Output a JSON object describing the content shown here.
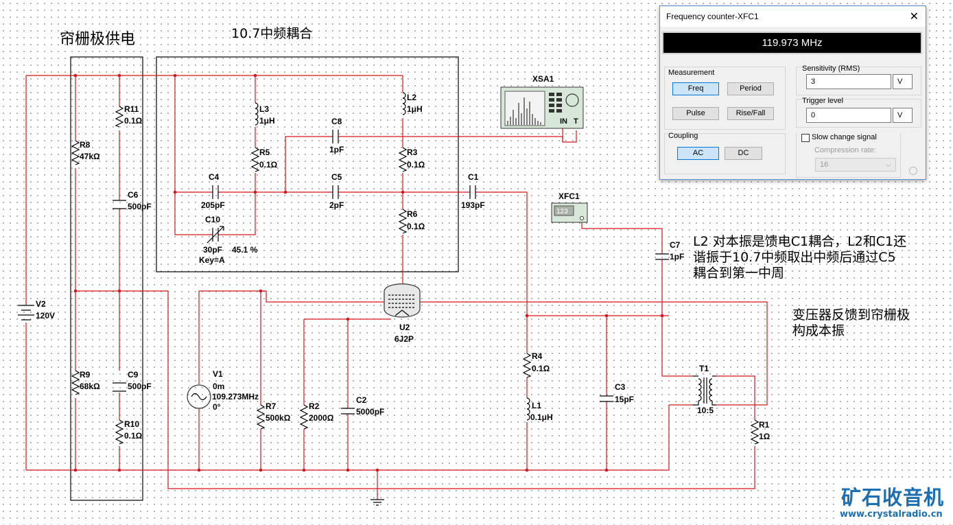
{
  "annotations": {
    "screen_grid_supply": "帘栅极供电",
    "if_coupling_box": "10.7中频耦合",
    "note_l2_line1": "L2 对本振是馈电C1耦合，L2和C1还",
    "note_l2_line2": "谐振于10.7中频取出中频后通过C5",
    "note_l2_line3": "耦合到第一中周",
    "note_transformer_line1": "变压器反馈到帘栅极",
    "note_transformer_line2": "构成本振"
  },
  "components": {
    "r11": {
      "ref": "R11",
      "value": "0.1Ω"
    },
    "r8": {
      "ref": "R8",
      "value": "47kΩ"
    },
    "c6": {
      "ref": "C6",
      "value": "500pF"
    },
    "v2": {
      "ref": "V2",
      "value": "120V"
    },
    "r9": {
      "ref": "R9",
      "value": "68kΩ"
    },
    "c9": {
      "ref": "C9",
      "value": "500pF"
    },
    "r10": {
      "ref": "R10",
      "value": "0.1Ω"
    },
    "l3": {
      "ref": "L3",
      "value": "1μH"
    },
    "r5": {
      "ref": "R5",
      "value": "0.1Ω"
    },
    "c4": {
      "ref": "C4",
      "value": "205pF"
    },
    "c10": {
      "ref": "C10",
      "value": "30pF",
      "setting": "45.1 %",
      "key": "Key=A"
    },
    "c8": {
      "ref": "C8",
      "value": "1pF"
    },
    "c5": {
      "ref": "C5",
      "value": "2pF"
    },
    "l2": {
      "ref": "L2",
      "value": "1μH"
    },
    "r3": {
      "ref": "R3",
      "value": "0.1Ω"
    },
    "r6": {
      "ref": "R6",
      "value": "0.1Ω"
    },
    "c1": {
      "ref": "C1",
      "value": "193pF"
    },
    "xsa1": {
      "ref": "XSA1",
      "in_label": "IN",
      "t_label": "T"
    },
    "xfc1": {
      "ref": "XFC1",
      "display": "123"
    },
    "c7": {
      "ref": "C7",
      "value": "1pF"
    },
    "u2": {
      "ref": "U2",
      "value": "6J2P"
    },
    "v1": {
      "ref": "V1",
      "amplitude": "0m",
      "frequency": "109.273MHz",
      "phase": "0°"
    },
    "r7": {
      "ref": "R7",
      "value": "500kΩ"
    },
    "r2": {
      "ref": "R2",
      "value": "2000Ω"
    },
    "c2": {
      "ref": "C2",
      "value": "5000pF"
    },
    "r4": {
      "ref": "R4",
      "value": "0.1Ω"
    },
    "l1": {
      "ref": "L1",
      "value": "0.1μH"
    },
    "c3": {
      "ref": "C3",
      "value": "15pF"
    },
    "t1": {
      "ref": "T1",
      "ratio": "10:5"
    },
    "r1": {
      "ref": "R1",
      "value": "1Ω"
    }
  },
  "colors": {
    "wire": "#d4161c",
    "accent": "#1a6fb3"
  },
  "frequency_counter": {
    "title": "Frequency counter-XFC1",
    "close_icon": "close-icon",
    "reading": "119.973 MHz",
    "measurement": {
      "label": "Measurement",
      "buttons": [
        "Freq",
        "Period",
        "Pulse",
        "Rise/Fall"
      ],
      "selected": "Freq"
    },
    "coupling": {
      "label": "Coupling",
      "buttons": [
        "AC",
        "DC"
      ],
      "selected": "AC"
    },
    "sensitivity": {
      "label": "Sensitivity (RMS)",
      "value": "3",
      "unit": "V"
    },
    "trigger": {
      "label": "Trigger level",
      "value": "0",
      "unit": "V"
    },
    "slow_change": {
      "label": "Slow change signal",
      "checked": false
    },
    "compression": {
      "label": "Compression rate:",
      "value": "16"
    }
  },
  "watermark": {
    "name": "矿石收音机",
    "url": "www.crystalradio.cn"
  }
}
